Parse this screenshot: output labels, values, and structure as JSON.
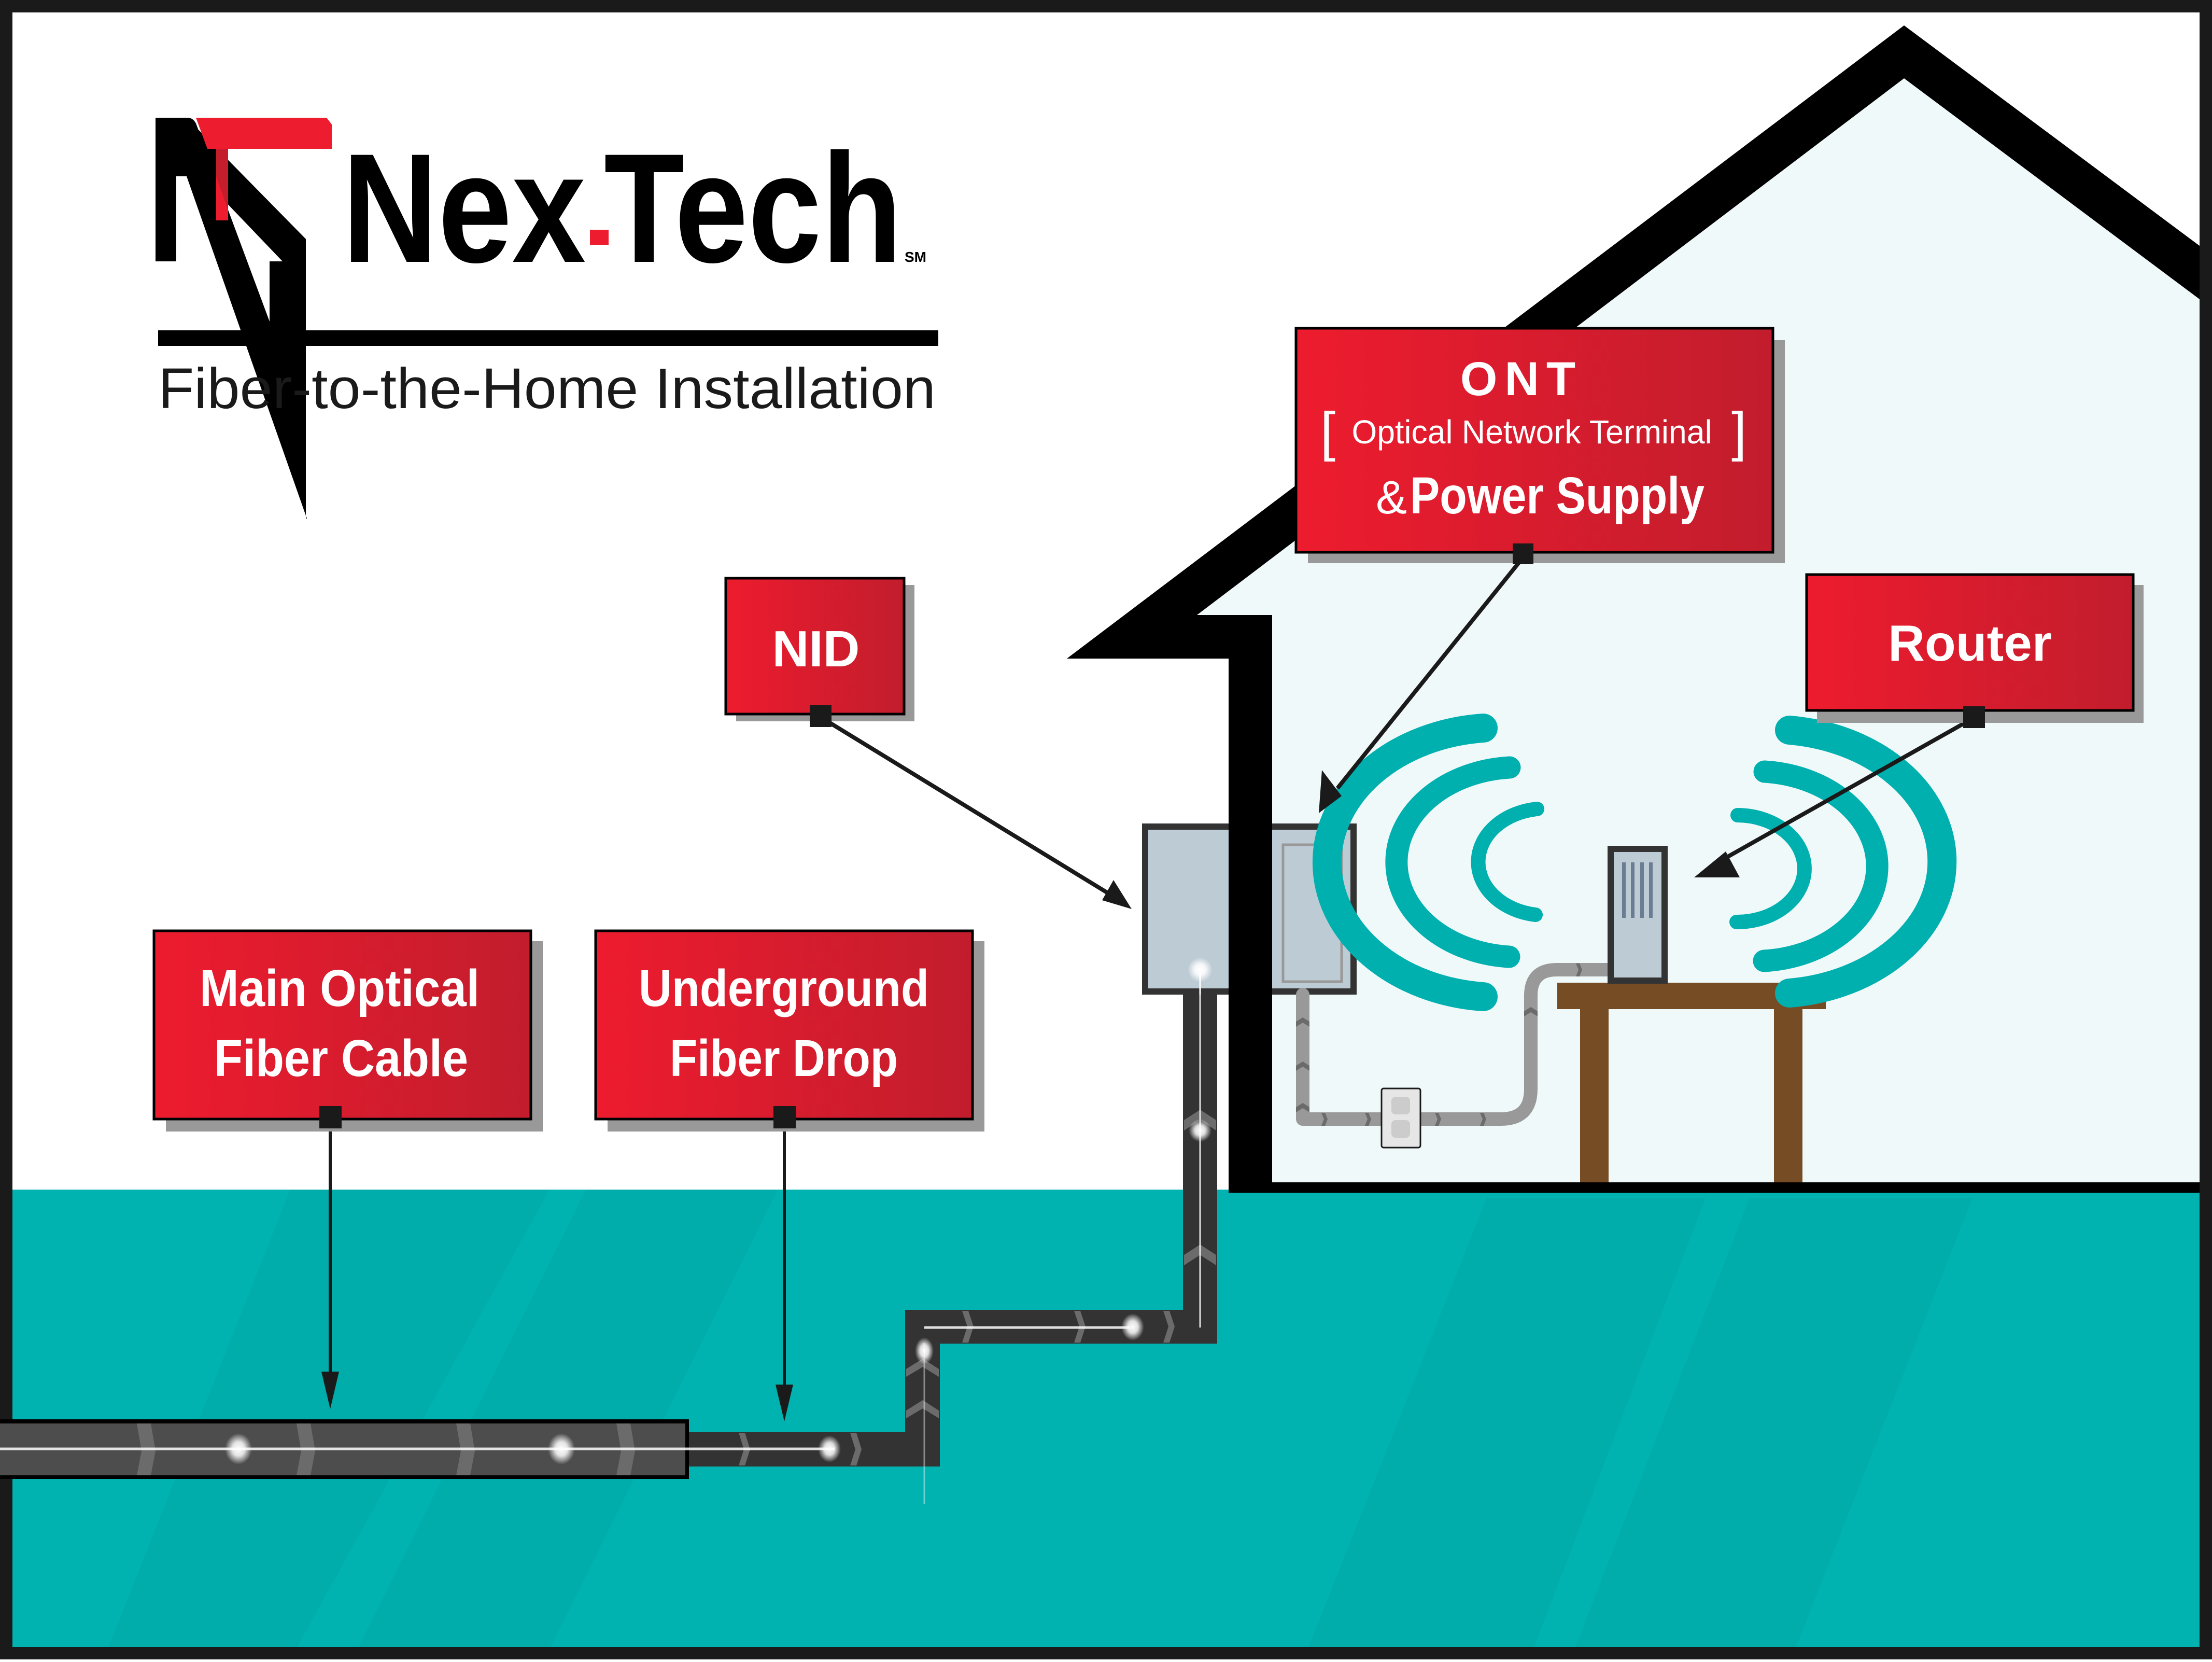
{
  "header": {
    "brand_name_part1": "Nex",
    "brand_name_part2": "Tech",
    "service_mark": "SM",
    "subtitle": "Fiber-to-the-Home Installation"
  },
  "labels": {
    "ont": {
      "title": "ONT",
      "bracket_open": "[",
      "bracket_close": "]",
      "subtitle": "Optical Network Terminal",
      "amp": "&",
      "line3": "Power Supply"
    },
    "nid": {
      "title": "NID"
    },
    "router": {
      "title": "Router"
    },
    "main_cable": {
      "line1": "Main Optical",
      "line2": "Fiber Cable"
    },
    "drop": {
      "line1": "Underground",
      "line2": "Fiber Drop"
    }
  },
  "colors": {
    "brand_red": "#ED1C2E",
    "label_red_start": "#ED1C2E",
    "label_red_end": "#C41E2D",
    "ground_teal": "#00B2B0",
    "wifi_teal": "#00B0AF",
    "house_interior": "#F0F9FA",
    "table_brown": "#754C24",
    "device_fill": "#BDCBD4",
    "cable_dark": "#333333",
    "outline": "#1A1A1A"
  }
}
